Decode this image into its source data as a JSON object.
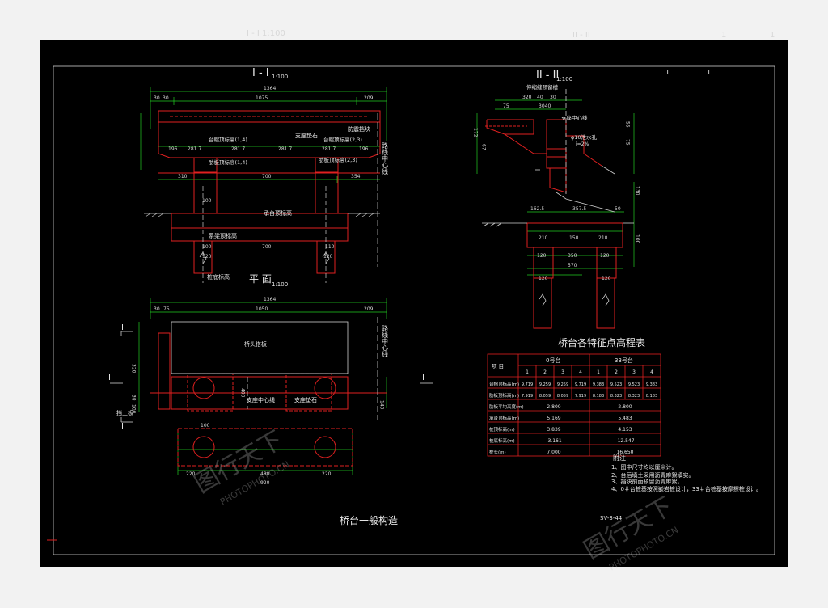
{
  "section_I_title": "I - I",
  "section_I_scale": "1:100",
  "section_II_title": "II - II",
  "section_II_scale": "1:100",
  "plan_title": "平 面",
  "plan_scale": "1:100",
  "drawing_title": "桥台一般构造",
  "drawing_number": "SV-3-44",
  "sheet_marks": [
    "1",
    "1"
  ],
  "outside_ghost": [
    "I - I 1:100",
    "II - II",
    "1",
    "1"
  ],
  "section_I_labels": {
    "dims_top": [
      "1364",
      "30",
      "30",
      "1075",
      "209"
    ],
    "dims_mid": [
      "196",
      "281.7",
      "281.7",
      "281.7",
      "281.7",
      "196"
    ],
    "dims_lower": [
      "310",
      "700",
      "354"
    ],
    "dims_pile": [
      "100",
      "100",
      "700",
      "110",
      "120",
      "120"
    ],
    "support_pad": "支座垫石",
    "shield_block": "防震挡块",
    "beam_top_14": "台帽顶标高(1,4)",
    "beam_top_23": "台帽顶标高(2,3)",
    "rib_top_14": "肋板顶标高(1,4)",
    "rib_top_23": "肋板顶标高(2,3)",
    "cap_top": "承台顶标高",
    "tie_beam_top": "系梁顶标高",
    "pile_bottom": "桩底标高",
    "road_center": "路线中心线"
  },
  "section_II_labels": {
    "expansion": "伸缩缝预留槽",
    "dims_top": [
      "320",
      "40",
      "30",
      "75",
      "3040"
    ],
    "support_center": "支座中心线",
    "drain": "φ10泄水孔",
    "slope": "i=2%",
    "dims_side": [
      "172",
      "67",
      "55",
      "75",
      "130",
      "100"
    ],
    "dims_lower": [
      "162.5",
      "357.5",
      "50",
      "210",
      "150",
      "210",
      "120",
      "350",
      "120",
      "570",
      "120",
      "120"
    ]
  },
  "plan_labels": {
    "dims_top": [
      "1364",
      "30",
      "75",
      "1050",
      "209"
    ],
    "approach_slab": "桥头搭板",
    "support_center": "支座中心线",
    "support_pad": "支座垫石",
    "wing_wall": "挡土板",
    "road_center": "路线中心线",
    "dims_bottom": [
      "100",
      "220",
      "480",
      "220",
      "920"
    ],
    "dims_side": [
      "320",
      "38",
      "100",
      "400",
      "140"
    ],
    "cut_I": "I",
    "cut_II": "II"
  },
  "table": {
    "title": "桥台各特征点高程表",
    "header_item": "项  目",
    "group_0": "0号台",
    "group_33": "33号台",
    "sub_cols": [
      "1",
      "2",
      "3",
      "4",
      "1",
      "2",
      "3",
      "4"
    ],
    "rows": [
      {
        "label": "台帽顶标高(m)",
        "values": [
          "9.719",
          "9.259",
          "9.259",
          "9.719",
          "9.383",
          "9.523",
          "9.523",
          "9.383"
        ]
      },
      {
        "label": "肋板顶标高(m)",
        "values": [
          "7.919",
          "8.059",
          "8.059",
          "7.919",
          "8.183",
          "8.323",
          "8.323",
          "8.183"
        ]
      },
      {
        "label": "肋板平均高度(m)",
        "span": [
          "2.800",
          "2.800"
        ]
      },
      {
        "label": "承台顶标高(m)",
        "span": [
          "5.169",
          "5.483"
        ]
      },
      {
        "label": "桩顶标高(m)",
        "span": [
          "3.839",
          "4.153"
        ]
      },
      {
        "label": "桩底标高(m)",
        "span": [
          "-3.161",
          "-12.547"
        ]
      },
      {
        "label": "桩长(m)",
        "span": [
          "7.000",
          "16.650"
        ]
      }
    ]
  },
  "notes": {
    "title": "附注",
    "lines": [
      "1、图中尺寸均以厘米计。",
      "2、台后填土采用沥青麻絮填实。",
      "3、挡块前面预留沥青麻絮。",
      "4、0＃台桩基按照嵌岩桩设计，33＃台桩基按摩擦桩设计。"
    ]
  },
  "watermark": {
    "brand": "图行天下",
    "site": "PHOTOPHOTO.CN"
  },
  "colors": {
    "background": "#000000",
    "frame": "#ffffff",
    "structure": "#e02020",
    "dimension": "#22cc22",
    "text": "#e8e8e8"
  }
}
